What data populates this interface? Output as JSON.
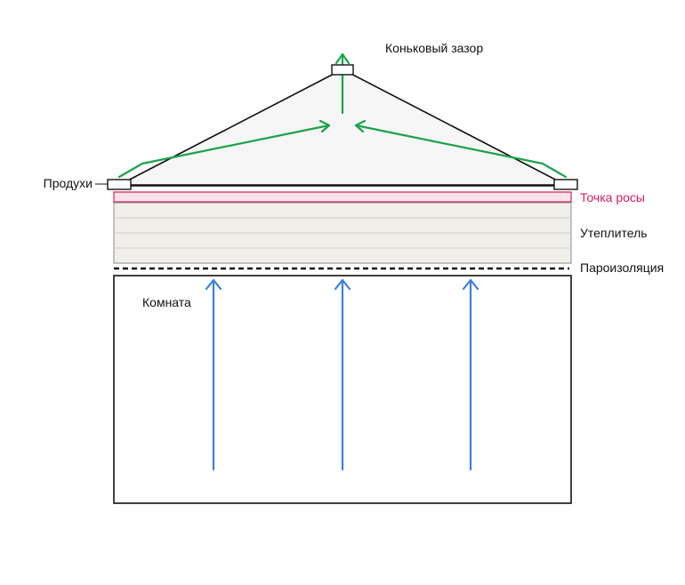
{
  "labels": {
    "ridge_gap": "Коньковый зазор",
    "vents": "Продухи",
    "dew_point": "Точка росы",
    "insulation": "Утеплитель",
    "vapor_barrier": "Пароизоляция",
    "room": "Комната"
  },
  "colors": {
    "airflow": "#1aa34a",
    "heat": "#3b7fe0",
    "dew_point": "#d81b60",
    "dew_point_fill": "#fbe3e8",
    "insulation_fill": "#efeee9",
    "attic_fill": "#f6f6f6",
    "outline": "#111111"
  },
  "insulation_layers": 4,
  "heat_arrows": 3
}
